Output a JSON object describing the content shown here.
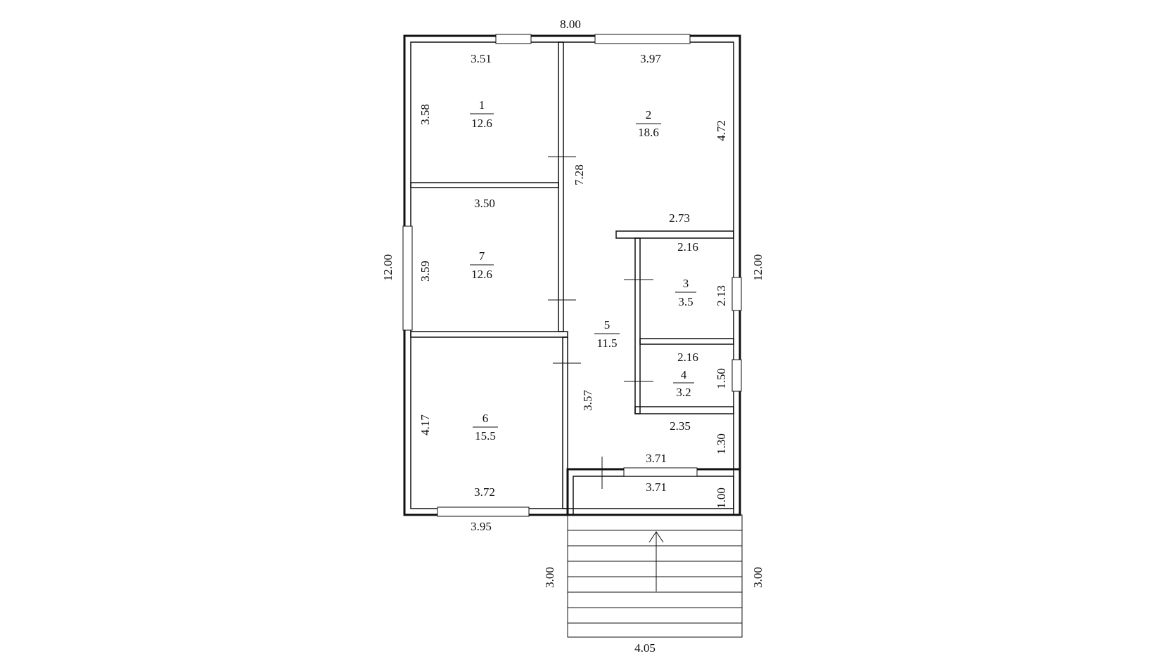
{
  "plan": {
    "dimensions": {
      "top_width": "8.00",
      "left_height": "12.00",
      "right_height": "12.00",
      "r1_top": "3.51",
      "r1_left": "3.58",
      "r2_top": "3.97",
      "r2_right": "4.72",
      "partition_r2": "7.28",
      "r7_top": "3.50",
      "r7_left": "3.59",
      "landing_top": "2.73",
      "r3_top": "2.16",
      "r3_right": "2.13",
      "r4_top": "2.16",
      "r4_right": "1.50",
      "hall_bottom": "2.35",
      "hall_right": "1.30",
      "hall_left": "3.57",
      "r6_left": "4.17",
      "r6_bottom_inner": "3.72",
      "bottom_width": "3.95",
      "porch_top": "3.71",
      "porch_bottom": "3.71",
      "porch_right": "1.00",
      "stairs_left": "3.00",
      "stairs_right": "3.00",
      "stairs_width": "4.05"
    },
    "rooms": [
      {
        "number": "1",
        "area": "12.6"
      },
      {
        "number": "2",
        "area": "18.6"
      },
      {
        "number": "3",
        "area": "3.5"
      },
      {
        "number": "4",
        "area": "3.2"
      },
      {
        "number": "5",
        "area": "11.5"
      },
      {
        "number": "6",
        "area": "15.5"
      },
      {
        "number": "7",
        "area": "12.6"
      }
    ]
  }
}
